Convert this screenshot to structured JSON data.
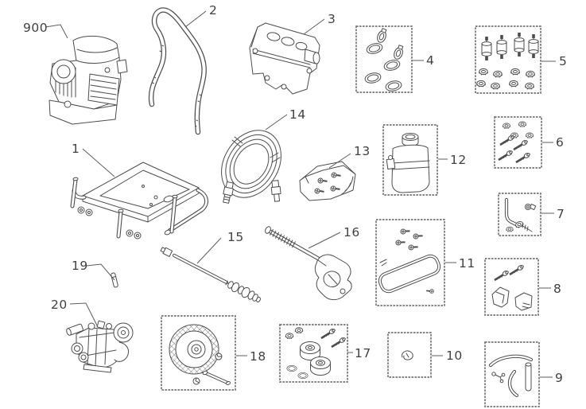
{
  "figure": {
    "type": "exploded-parts-diagram",
    "colors": {
      "background": "#ffffff",
      "line": "#4d4d4d",
      "box_border": "#767676",
      "label": "#414141"
    }
  },
  "parts": [
    {
      "label": "900",
      "drawing": "engine-assembly"
    },
    {
      "label": "1",
      "drawing": "cart-frame"
    },
    {
      "label": "2",
      "drawing": "handle-tube"
    },
    {
      "label": "3",
      "drawing": "engine-mount-panel"
    },
    {
      "label": "4",
      "drawing": "o-ring-clamp-kit-box"
    },
    {
      "label": "5",
      "drawing": "vibration-mount-nut-kit-box"
    },
    {
      "label": "6",
      "drawing": "nut-bolt-kit-box"
    },
    {
      "label": "7",
      "drawing": "chemical-tube-fitting-kit-box"
    },
    {
      "label": "8",
      "drawing": "bolt-clamp-kit-box"
    },
    {
      "label": "9",
      "drawing": "hose-kit-box"
    },
    {
      "label": "10",
      "drawing": "clip-kit-box"
    },
    {
      "label": "11",
      "drawing": "screw-bracket-kit-box"
    },
    {
      "label": "12",
      "drawing": "detergent-tank-box"
    },
    {
      "label": "13",
      "drawing": "fastener-bag"
    },
    {
      "label": "14",
      "drawing": "high-pressure-hose-coil"
    },
    {
      "label": "15",
      "drawing": "spray-wand"
    },
    {
      "label": "16",
      "drawing": "spray-gun"
    },
    {
      "label": "17",
      "drawing": "roller-hardware-kit-box"
    },
    {
      "label": "18",
      "drawing": "wheel-axle-kit-box"
    },
    {
      "label": "19",
      "drawing": "pin"
    },
    {
      "label": "20",
      "drawing": "pump-assembly"
    }
  ]
}
